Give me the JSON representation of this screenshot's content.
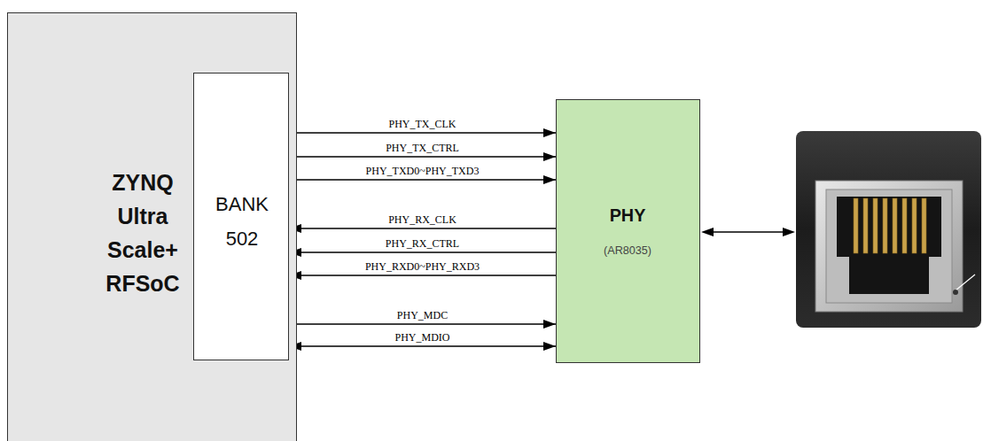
{
  "diagram": {
    "nodes": [
      {
        "text": [
          "ZYNQ Ultra Scale+ RFSoC"
        ]
      },
      {
        "text": [
          "BANK 502"
        ],
        "in": 0
      },
      {
        "text": [
          "PHY",
          "(AR8035)"
        ]
      }
    ],
    "edges": [
      {
        "from": 1,
        "to": 2,
        "arrow": "to",
        "label": "PHY_TX_CLK"
      },
      {
        "from": 1,
        "to": 2,
        "arrow": "to",
        "label": "PHY_TX_CTRL"
      },
      {
        "from": 1,
        "to": 2,
        "arrow": "to",
        "label": "PHY_TXD0~PHY_TXD3"
      },
      {
        "from": 2,
        "to": 1,
        "arrow": "to",
        "label": "PHY_RX_CLK"
      },
      {
        "from": 2,
        "to": 1,
        "arrow": "to",
        "label": "PHY_RX_CTRL"
      },
      {
        "from": 2,
        "to": 1,
        "arrow": "to",
        "label": "PHY_RXD0~PHY_RXD3"
      },
      {
        "from": 1,
        "to": 2,
        "arrow": "to",
        "label": "PHY_MDC"
      },
      {
        "from": 1,
        "to": 2,
        "arrow": "both",
        "label": "PHY_MDIO"
      }
    ]
  }
}
